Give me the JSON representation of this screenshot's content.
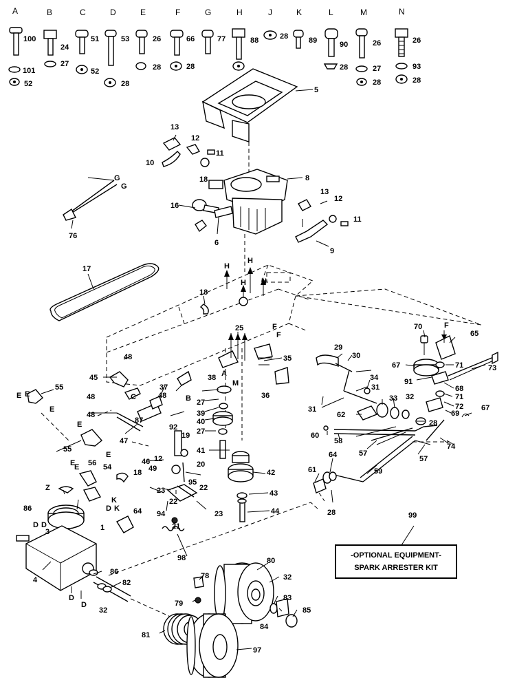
{
  "columns": [
    "A",
    "B",
    "C",
    "D",
    "E",
    "F",
    "G",
    "H",
    "J",
    "K",
    "L",
    "M",
    "N"
  ],
  "hardware_numbers": [
    "100",
    "101",
    "52",
    "24",
    "27",
    "51",
    "52",
    "53",
    "28",
    "26",
    "28",
    "66",
    "28",
    "77",
    "88",
    "28",
    "89",
    "90",
    "28",
    "26",
    "27",
    "28",
    "26",
    "93",
    "28"
  ],
  "callouts": [
    "5",
    "13",
    "12",
    "11",
    "10",
    "18",
    "8",
    "16",
    "6",
    "13",
    "12",
    "11",
    "9",
    "G",
    "G",
    "76",
    "17",
    "H",
    "H",
    "H",
    "H",
    "18",
    "F",
    "F",
    "25",
    "35",
    "48",
    "45",
    "38",
    "A",
    "M",
    "36",
    "37",
    "B",
    "27",
    "39",
    "40",
    "27",
    "41",
    "48",
    "C",
    "48",
    "87",
    "55",
    "E",
    "E",
    "E",
    "48",
    "47",
    "55",
    "E",
    "E",
    "56",
    "E",
    "E",
    "54",
    "K",
    "D",
    "K",
    "46",
    "92",
    "19",
    "20",
    "12",
    "49",
    "18",
    "23",
    "22",
    "94",
    "95",
    "22",
    "23",
    "21",
    "Z",
    "86",
    "D",
    "D",
    "3",
    "1",
    "4",
    "64",
    "98",
    "86",
    "82",
    "D",
    "D",
    "32",
    "42",
    "43",
    "44",
    "78",
    "79",
    "80",
    "32",
    "83",
    "84",
    "85",
    "81",
    "97",
    "29",
    "30",
    "34",
    "31",
    "31",
    "33",
    "32",
    "62",
    "60",
    "58",
    "57",
    "57",
    "59",
    "61",
    "64",
    "28",
    "70",
    "F",
    "65",
    "67",
    "71",
    "73",
    "91",
    "68",
    "71",
    "72",
    "69",
    "28",
    "67",
    "74",
    "99"
  ],
  "kit_box": {
    "line1": "-OPTIONAL EQUIPMENT-",
    "line2": "SPARK ARRESTER KIT"
  }
}
